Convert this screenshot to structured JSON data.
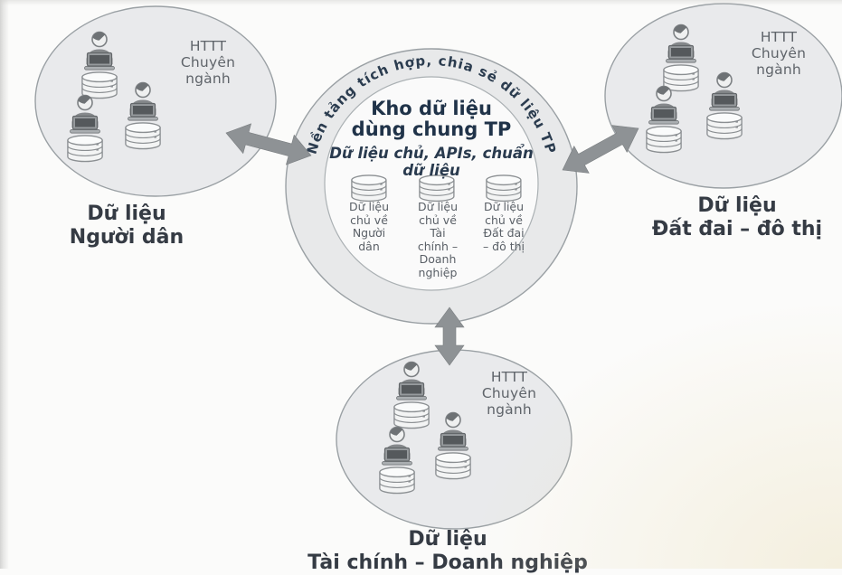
{
  "colors": {
    "navy_title": "#203349",
    "ring_label_navy": "#2b3c4f",
    "caption_dark": "#353b44",
    "gray_text": "#5f646a",
    "shape_fill": "#e9eaec",
    "ring_fill": "#e8e9ea",
    "shape_stroke": "#9aa0a4",
    "arrow_gray": "#8e9295"
  },
  "hub": {
    "ring_label": "Nền tảng tích hợp, chia sẻ dữ liệu TP",
    "title": "Kho dữ liệu\ndùng chung TP",
    "subtitle": "Dữ liệu chủ, APIs, chuẩn\ndữ liệu",
    "databases": [
      {
        "label": "Dữ liệu\nchủ về\nNgười\ndân"
      },
      {
        "label": "Dữ liệu\nchủ về\nTài\nchính –\nDoanh\nnghiệp"
      },
      {
        "label": "Dữ liệu\nchủ về\nĐất đai\n– đô thị"
      }
    ]
  },
  "satellites": [
    {
      "id": "left",
      "system_label": "HTTT\nChuyên\nngành",
      "caption": "Dữ liệu\nNgười dân"
    },
    {
      "id": "right",
      "system_label": "HTTT\nChuyên\nngành",
      "caption": "Dữ liệu\nĐất đai – đô thị"
    },
    {
      "id": "bottom",
      "system_label": "HTTT\nChuyên\nngành",
      "caption": "Dữ liệu\nTài chính – Doanh nghiệp"
    }
  ]
}
